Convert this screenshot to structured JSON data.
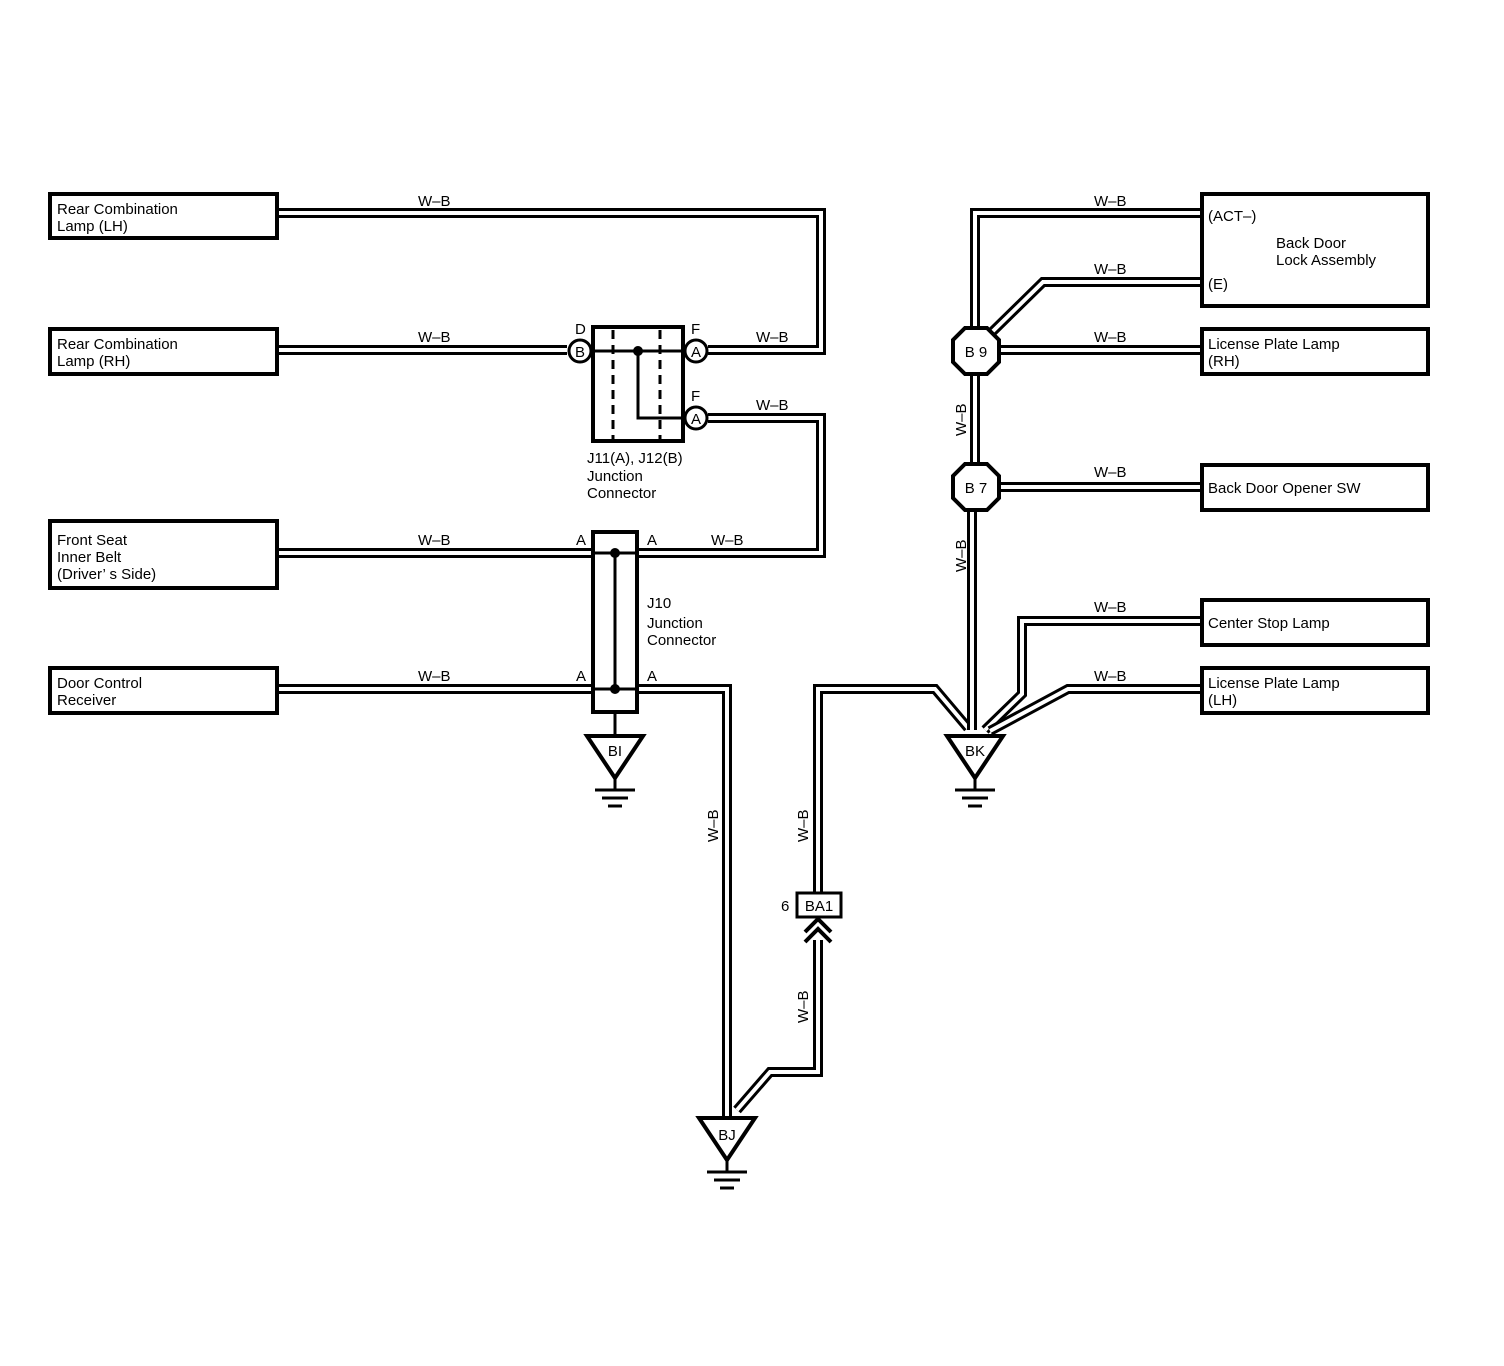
{
  "wire_color": "W–B",
  "components": {
    "rear_comb_lh": [
      "Rear Combination",
      "Lamp (LH)"
    ],
    "rear_comb_rh": [
      "Rear Combination",
      "Lamp (RH)"
    ],
    "front_seat_belt": [
      "Front Seat",
      "Inner Belt",
      "(Driver’ s Side)"
    ],
    "door_control": [
      "Door Control",
      "Receiver"
    ],
    "back_door_lock": [
      "Back Door",
      "Lock Assembly"
    ],
    "back_door_lock_act": "(ACT–)",
    "back_door_lock_e": "(E)",
    "license_plate_rh": [
      "License Plate Lamp",
      "(RH)"
    ],
    "back_door_opener": "Back Door Opener SW",
    "center_stop": "Center Stop Lamp",
    "license_plate_lh": [
      "License Plate Lamp",
      "(LH)"
    ]
  },
  "connectors": {
    "j11_j12_name": [
      "J11(A), J12(B)",
      "Junction",
      "Connector"
    ],
    "j11_pin_d": "D",
    "j11_pin_b": "B",
    "j11_pin_f1": "F",
    "j11_pin_a1": "A",
    "j11_pin_f2": "F",
    "j11_pin_a2": "A",
    "j10_name": [
      "J10",
      "Junction",
      "Connector"
    ],
    "j10_pin_a1": "A",
    "j10_pin_a2": "A",
    "j10_pin_a3": "A",
    "j10_pin_a4": "A",
    "b9": "B 9",
    "b7": "B 7",
    "ba1": "BA1",
    "ba1_pin": "6"
  },
  "grounds": {
    "bi": "BI",
    "bj": "BJ",
    "bk": "BK"
  }
}
